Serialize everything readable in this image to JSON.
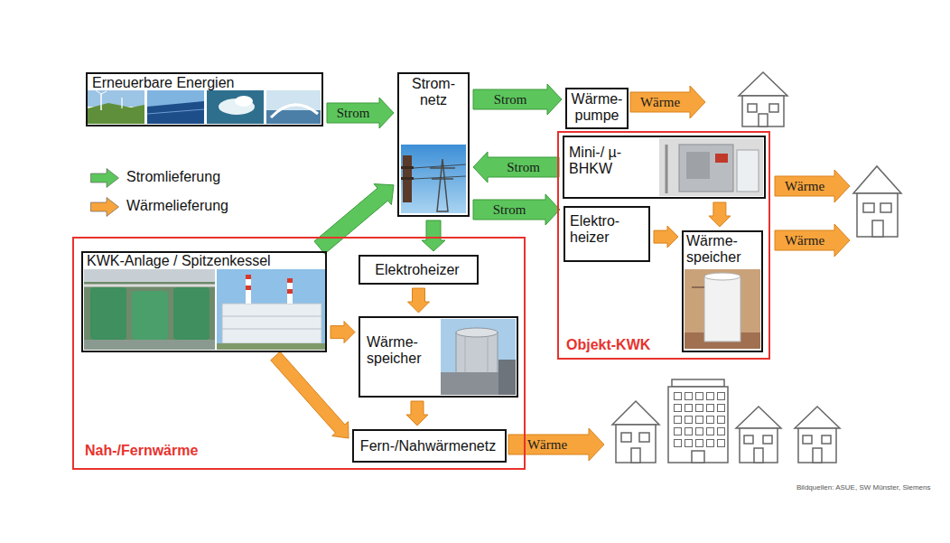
{
  "diagram": {
    "nodes": [
      {
        "text": [
          "Erneuerbare Energien"
        ]
      },
      {
        "text": [
          "Strom- netz"
        ]
      },
      {
        "text": [
          "Wärme- pumpe"
        ]
      },
      {
        "text": [
          "Objekt-KWK"
        ]
      },
      {
        "text": [
          "Mini-/ µ-BHKW"
        ],
        "in": 3
      },
      {
        "text": [
          "Elektro- heizer"
        ],
        "in": 3
      },
      {
        "text": [
          "Wärme- speicher"
        ],
        "in": 3
      },
      {
        "text": [
          "Nah-/Fernwärme"
        ]
      },
      {
        "text": [
          "KWK-Anlage / Spitzenkessel"
        ],
        "in": 7
      },
      {
        "text": [
          "Elektroheizer"
        ],
        "in": 7
      },
      {
        "text": [
          "Wärme- speicher"
        ],
        "in": 7
      },
      {
        "text": [
          "Fern-/Nahwärmenetz"
        ],
        "in": 7
      }
    ],
    "edges": [
      {
        "from": 0,
        "to": 1,
        "label": "Strom",
        "arrow": "to"
      },
      {
        "from": 1,
        "to": 2,
        "label": "Strom",
        "arrow": "to"
      },
      {
        "from": 4,
        "to": 1,
        "label": "Strom",
        "arrow": "to"
      },
      {
        "from": 1,
        "to": 5,
        "label": "Strom",
        "arrow": "to"
      },
      {
        "from": 8,
        "to": 1,
        "arrow": "to"
      },
      {
        "from": 1,
        "to": 9,
        "arrow": "to"
      },
      {
        "from": 8,
        "to": 10,
        "arrow": "to"
      },
      {
        "from": 8,
        "to": 11,
        "arrow": "to"
      },
      {
        "from": 9,
        "to": 10,
        "arrow": "to"
      },
      {
        "from": 10,
        "to": 11,
        "arrow": "to"
      },
      {
        "from": 4,
        "to": 6,
        "arrow": "to"
      },
      {
        "from": 5,
        "to": 6,
        "arrow": "to"
      }
    ],
    "labels": [
      "Wärme",
      "Wärme",
      "Wärme",
      "Wärme",
      "Bildquellen: ASUE, SW Münster, Siemens"
    ],
    "legend": [
      {
        "text": "Stromlieferung",
        "color": "#5cc65c"
      },
      {
        "text": "Wärmelieferung",
        "color": "#f7a43c"
      }
    ]
  }
}
